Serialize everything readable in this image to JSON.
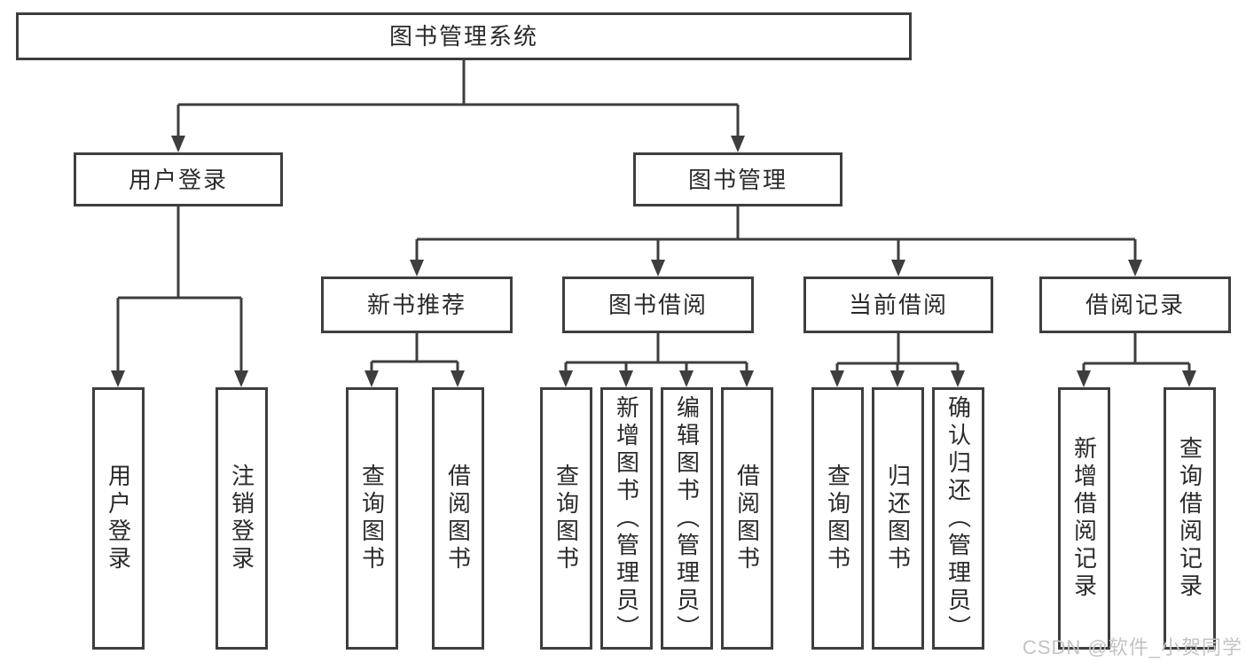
{
  "diagram": {
    "tree": {
      "label": "图书管理系统",
      "children": [
        {
          "label": "用户登录",
          "children": [
            {
              "label": "用户登录"
            },
            {
              "label": "注销登录"
            }
          ]
        },
        {
          "label": "图书管理",
          "children": [
            {
              "label": "新书推荐",
              "children": [
                {
                  "label": "查询图书"
                },
                {
                  "label": "借阅图书"
                }
              ]
            },
            {
              "label": "图书借阅",
              "children": [
                {
                  "label": "查询图书"
                },
                {
                  "label": "新增图书（管理员）"
                },
                {
                  "label": "编辑图书（管理员）"
                },
                {
                  "label": "借阅图书"
                }
              ]
            },
            {
              "label": "当前借阅",
              "children": [
                {
                  "label": "查询图书"
                },
                {
                  "label": "归还图书"
                },
                {
                  "label": "确认归还（管理员）"
                }
              ]
            },
            {
              "label": "借阅记录",
              "children": [
                {
                  "label": "新增借阅记录"
                },
                {
                  "label": "查询借阅记录"
                }
              ]
            }
          ]
        }
      ]
    },
    "colors": {
      "line": "#3e3e3e",
      "text": "#2a2a2a",
      "background": "#ffffff",
      "watermark": "#c3c3c3"
    }
  },
  "watermark": {
    "text": "CSDN @软件_小贺同学"
  }
}
